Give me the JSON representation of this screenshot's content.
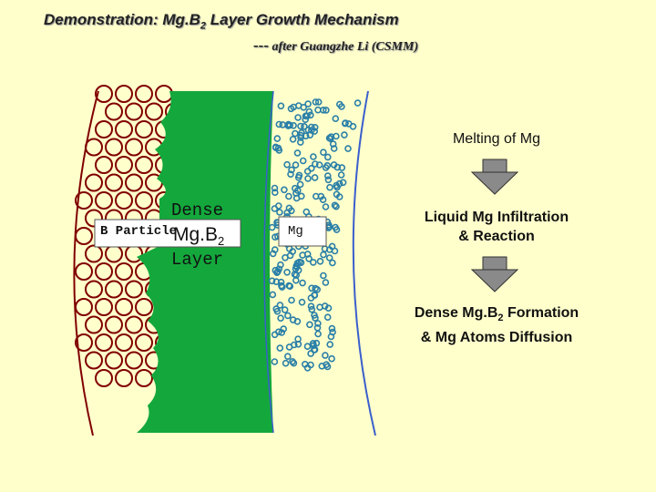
{
  "title": {
    "text": "Demonstration: Mg.B",
    "sub": "2",
    "rest": " Layer Growth Mechanism"
  },
  "credit": {
    "dash": "---",
    "text": " after Guangzhe Li (CSMM)"
  },
  "labels": {
    "b_particle": "B Particle",
    "dense_word": "Dense",
    "mgb": "Mg.B",
    "mgb_sub": "2",
    "layer_word": "Layer",
    "mg": "Mg"
  },
  "steps": {
    "step1": "Melting of Mg",
    "step2_line1": "Liquid Mg Infiltration",
    "step2_line2": "& Reaction",
    "step3_line1a": "Dense Mg.B",
    "step3_sub": "2",
    "step3_line1b": " Formation",
    "step3_line2": "& Mg Atoms Diffusion"
  },
  "colors": {
    "background": "#FFFFCC",
    "b_particle": "#800000",
    "mgb_layer": "#14A83C",
    "mg_atom": "#2A7FA8",
    "boundary": "#3A5FCD",
    "arrow": "#8A8A8A"
  }
}
